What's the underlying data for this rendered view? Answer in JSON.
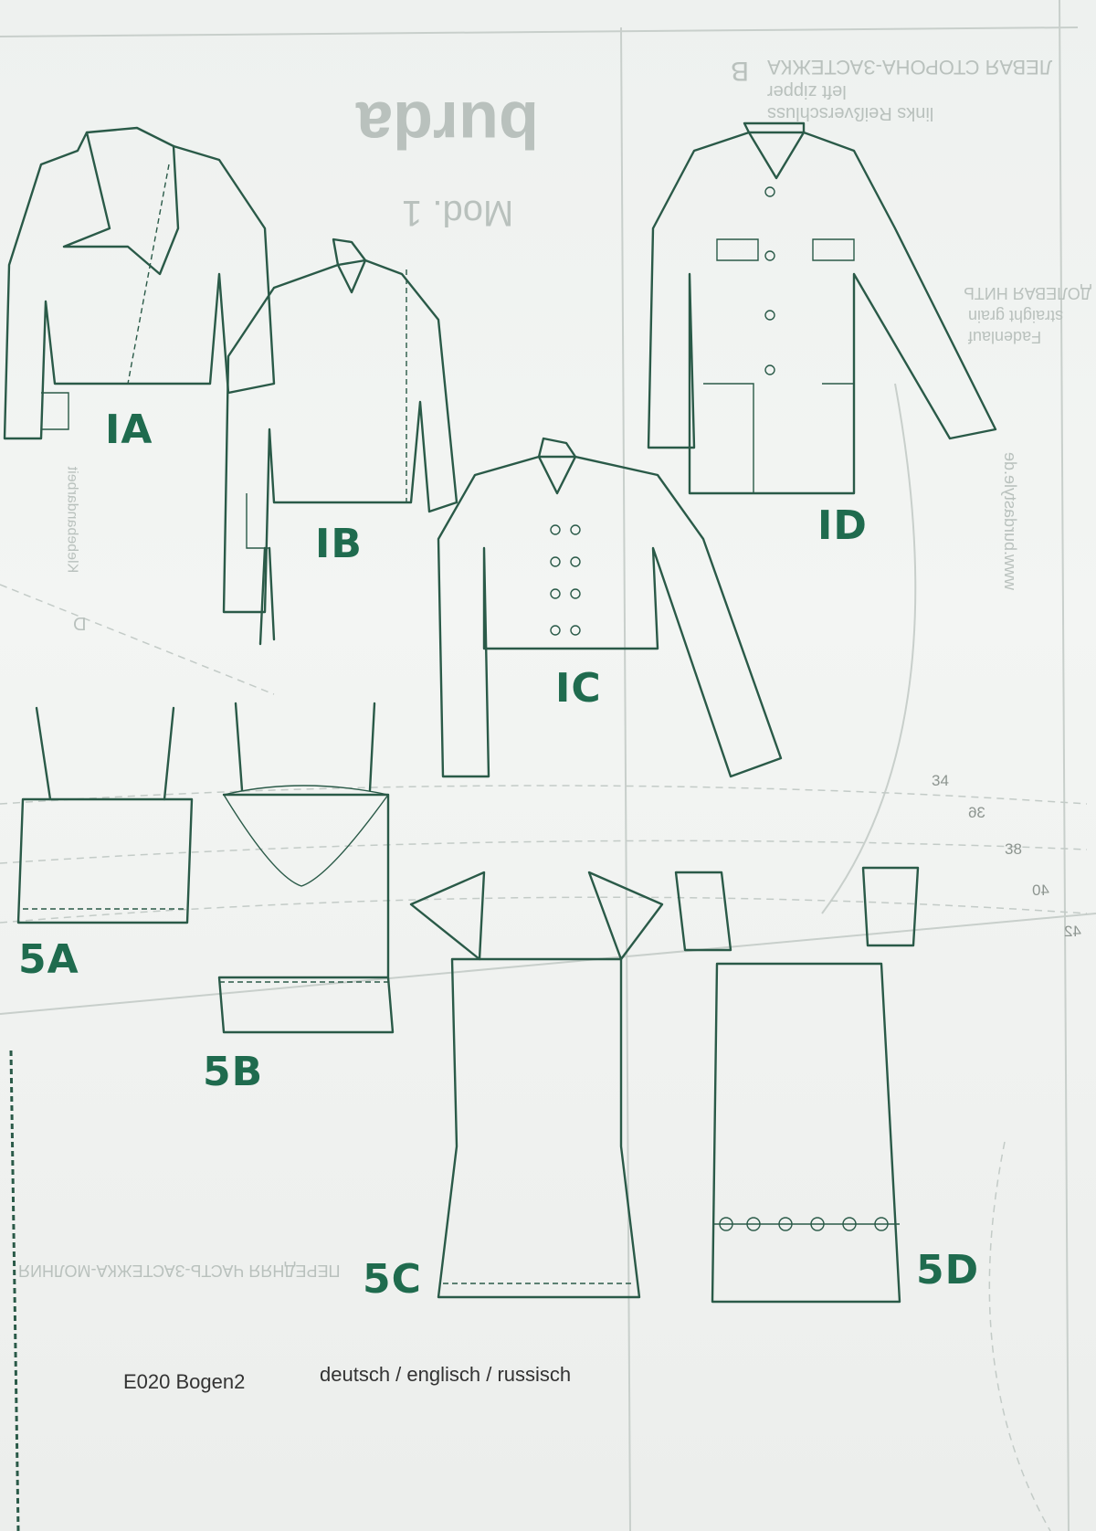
{
  "background_print": {
    "brand": "burda",
    "model": "Mod. 1",
    "zipper_de": "links Reißverschluss",
    "zipper_en": "left zipper",
    "zipper_ru": "ЛЕВАЯ СТОРОНА-ЗАСТЕЖКА",
    "piece_letter": "B",
    "grain_de": "Fadenlauf",
    "grain_en": "straight grain",
    "grain_ru": "ДОЛЕВАЯ НИТЬ",
    "website": "www.burdastyle.de",
    "bottom_ru": "ПЕРЕДНЯЯ ЧАСТЬ-ЗАСТЕЖКА-МОЛНИЯ",
    "left_de": "Klebebandarbeit",
    "left_piece": "D",
    "sizes": [
      "34",
      "36",
      "38",
      "40",
      "42"
    ]
  },
  "models": [
    {
      "id": "1A",
      "label": "IA"
    },
    {
      "id": "1B",
      "label": "IB"
    },
    {
      "id": "1C",
      "label": "IC"
    },
    {
      "id": "1D",
      "label": "ID"
    },
    {
      "id": "5A",
      "label": "5A"
    },
    {
      "id": "5B",
      "label": "5B"
    },
    {
      "id": "5C",
      "label": "5C"
    },
    {
      "id": "5D",
      "label": "5D"
    }
  ],
  "footer": {
    "sheet": "E020 Bogen2",
    "languages": "deutsch / englisch / russisch"
  },
  "colors": {
    "ink": "#1f6b4e",
    "paper": "#eef1ef"
  }
}
